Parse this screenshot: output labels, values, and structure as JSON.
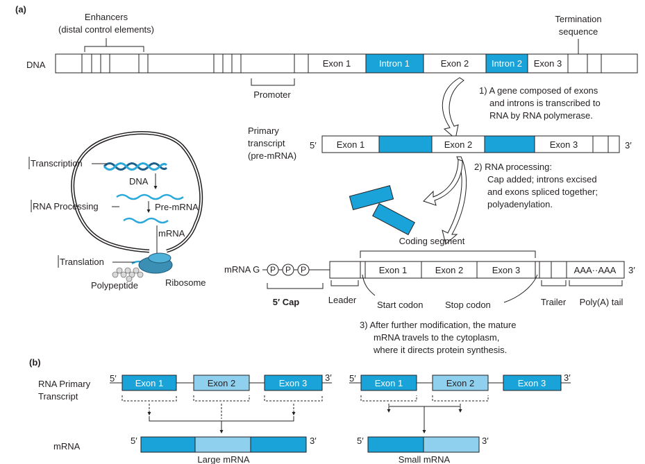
{
  "panel_a": {
    "label": "(a)",
    "enhancers": [
      "Enhancers",
      "(distal control elements)"
    ],
    "termination": [
      "Termination",
      "sequence"
    ],
    "dna_label": "DNA",
    "dna_exons": [
      "Exon 1",
      "Intron 1",
      "Exon 2",
      "Intron 2",
      "Exon 3"
    ],
    "promoter": "Promoter",
    "step1": [
      "1)  A gene composed of exons",
      "and introns is transcribed to",
      "RNA by RNA polymerase."
    ],
    "primary": [
      "Primary",
      "transcript",
      "(pre-mRNA)"
    ],
    "five_prime": "5′",
    "three_prime": "3′",
    "pre_exons": [
      "Exon 1",
      "Exon 2",
      "Exon 3"
    ],
    "step2": [
      "2)  RNA processing:",
      "Cap added; introns excised",
      "and exons spliced together;",
      "polyadenylation."
    ],
    "coding_segment": "Coding segment",
    "mrna_label": "mRNA G",
    "p": "P",
    "mrna_exons": [
      "Exon 1",
      "Exon 2",
      "Exon 3"
    ],
    "polyA": "AAA··AAA",
    "cap": "5′ Cap",
    "leader": "Leader",
    "start_codon": "Start codon",
    "stop_codon": "Stop codon",
    "trailer": "Trailer",
    "polyA_tail": "Poly(A) tail",
    "step3": [
      "3)  After further modification, the mature",
      "mRNA travels to the cytoplasm,",
      "where it directs protein synthesis."
    ]
  },
  "cell": {
    "transcription": "Transcription",
    "rna_processing": "RNA Processing",
    "translation": "Translation",
    "dna": "DNA",
    "pre_mrna": "Pre-mRNA",
    "mrna": "mRNA",
    "polypeptide": "Polypeptide",
    "ribosome": "Ribosome"
  },
  "panel_b": {
    "label": "(b)",
    "primary_label": [
      "RNA Primary",
      "Transcript"
    ],
    "mrna_label": "mRNA",
    "five_prime": "5′",
    "three_prime": "3′",
    "exons": [
      "Exon 1",
      "Exon 2",
      "Exon 3"
    ],
    "large": "Large mRNA",
    "small": "Small mRNA"
  }
}
